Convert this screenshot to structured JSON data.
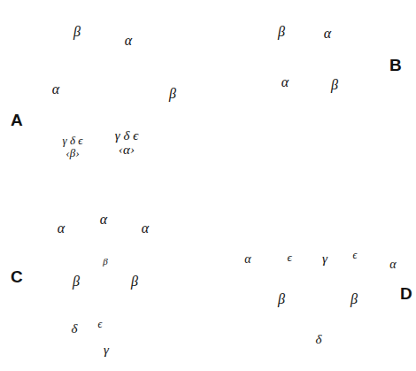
{
  "diagram": {
    "nodes": [
      {
        "text": [
          "β"
        ]
      },
      {
        "text": [
          "α"
        ]
      },
      {
        "text": [
          "α"
        ]
      },
      {
        "text": [
          "β"
        ]
      },
      {
        "text": [
          "γ δ ϵ",
          "‹β›"
        ]
      },
      {
        "text": [
          "γ δ ϵ",
          "‹α›"
        ]
      },
      {
        "text": [
          "β"
        ]
      },
      {
        "text": [
          "α"
        ]
      },
      {
        "text": [
          "α"
        ]
      },
      {
        "text": [
          "β"
        ]
      },
      {
        "text": [
          "α"
        ]
      },
      {
        "text": [
          "α"
        ]
      },
      {
        "text": [
          "α"
        ]
      },
      {
        "text": [
          "β"
        ]
      },
      {
        "text": [
          "β"
        ]
      },
      {
        "text": [
          "β"
        ]
      },
      {
        "text": [
          "δ"
        ]
      },
      {
        "text": [
          "ϵ"
        ]
      },
      {
        "text": [
          "γ"
        ]
      },
      {
        "text": [
          "α"
        ]
      },
      {
        "text": [
          "ϵ"
        ]
      },
      {
        "text": [
          "γ"
        ]
      },
      {
        "text": [
          "ϵ"
        ]
      },
      {
        "text": [
          "α"
        ]
      },
      {
        "text": [
          "β"
        ]
      },
      {
        "text": [
          "β"
        ]
      },
      {
        "text": [
          "δ"
        ]
      }
    ],
    "labels": [
      "A",
      "B",
      "C",
      "D"
    ]
  }
}
